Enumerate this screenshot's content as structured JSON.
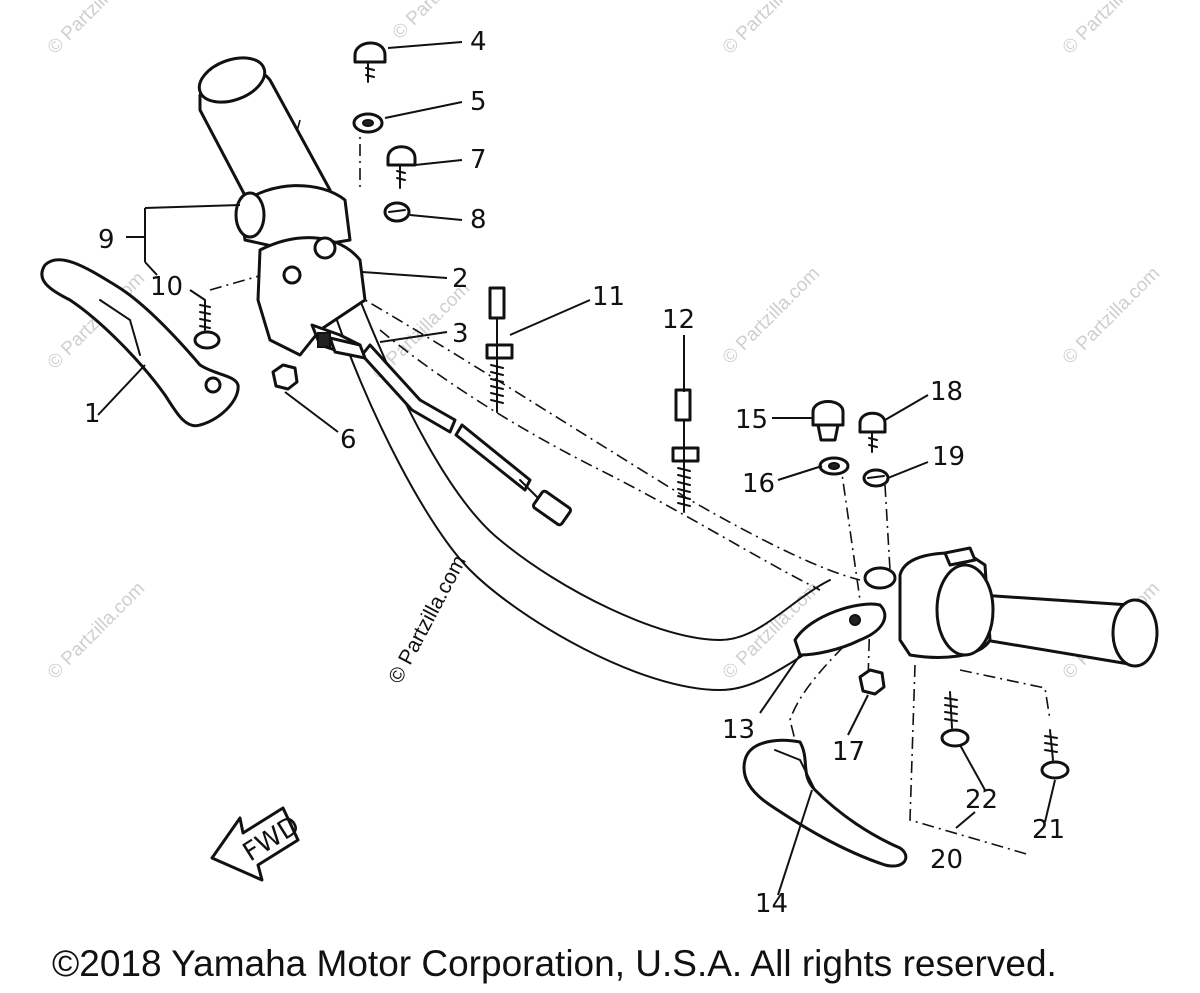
{
  "watermark": "© Partzilla.com",
  "copyright": "©2018 Yamaha Motor Corporation, U.S.A. All rights reserved.",
  "fwd_label": "FWD",
  "callouts": {
    "c1": "1",
    "c2": "2",
    "c3": "3",
    "c4": "4",
    "c5": "5",
    "c6": "6",
    "c7": "7",
    "c8": "8",
    "c9": "9",
    "c10": "10",
    "c11": "11",
    "c12": "12",
    "c13": "13",
    "c14": "14",
    "c15": "15",
    "c16": "16",
    "c17": "17",
    "c18": "18",
    "c19": "19",
    "c20": "20",
    "c21": "21",
    "c22": "22"
  }
}
